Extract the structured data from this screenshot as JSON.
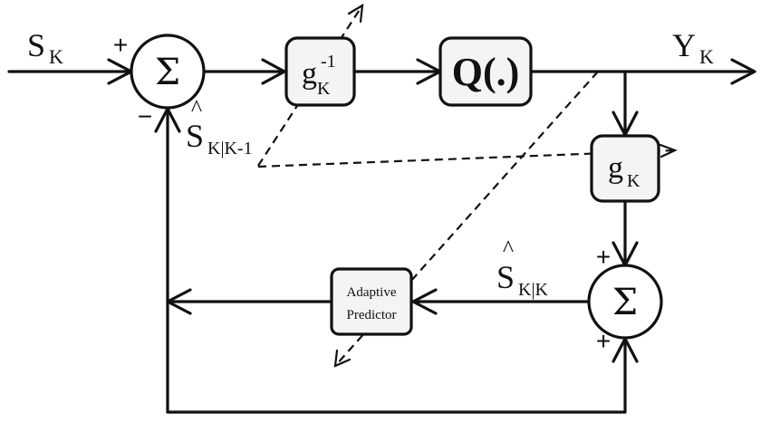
{
  "input_signal": {
    "main": "S",
    "sub": "K"
  },
  "output_signal": {
    "main": "Y",
    "sub": "K"
  },
  "prediction_signal": {
    "main": "S",
    "hat": "^",
    "sub": "K|K-1"
  },
  "reconstruction_signal": {
    "main": "S",
    "hat": "^",
    "sub": "K|K"
  },
  "summer_top": {
    "symbol": "Σ",
    "plus_sign": "+",
    "minus_sign": "−"
  },
  "summer_bottom": {
    "symbol": "Σ",
    "plus_top": "+",
    "plus_bottom": "+"
  },
  "inverse_gain": {
    "main": "g",
    "sup": "-1",
    "sub": "K"
  },
  "quantizer": {
    "label": "Q(.)"
  },
  "gain": {
    "main": "g",
    "sub": "K"
  },
  "predictor": {
    "line1": "Adaptive",
    "line2": "Predictor"
  }
}
